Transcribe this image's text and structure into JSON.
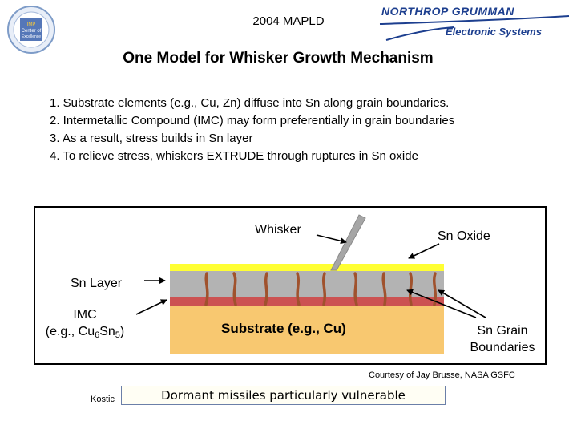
{
  "header": {
    "conference_title": "2004 MAPLD",
    "logo_left": {
      "name": "center-of-excellence-logo",
      "text_lines": [
        "IMP",
        "Center of",
        "Excellence"
      ]
    },
    "company": {
      "name": "NORTHROP GRUMMAN",
      "division": "Electronic Systems",
      "color": "#1d3f8f"
    }
  },
  "slide_title": "One Model for Whisker Growth Mechanism",
  "points": [
    "1. Substrate elements (e.g., Cu, Zn) diffuse into Sn along grain boundaries.",
    "2. Intermetallic Compound (IMC) may form preferentially in grain boundaries",
    "3. As a result, stress builds in Sn layer",
    "4. To relieve stress, whiskers EXTRUDE through ruptures in Sn oxide"
  ],
  "diagram": {
    "labels": {
      "whisker": "Whisker",
      "sn_oxide": "Sn Oxide",
      "sn_layer": "Sn Layer",
      "imc_line1": "IMC",
      "imc_line2_prefix": "(e.g., Cu",
      "imc_sub1": "6",
      "imc_mid": "Sn",
      "imc_sub2": "5",
      "imc_suffix": ")",
      "substrate": "Substrate (e.g., Cu)",
      "grain_line1": "Sn Grain",
      "grain_line2": "Boundaries"
    },
    "colors": {
      "oxide": "#ffff33",
      "sn_layer": "#b3b3b3",
      "imc": "#cc5252",
      "substrate": "#f8c870",
      "grain_boundary": "#a0522d",
      "whisker": "#a6a6a6"
    },
    "courtesy": "Courtesy of Jay Brusse, NASA GSFC"
  },
  "footer": {
    "presenter_partial": "Kostic",
    "callout": "Dormant missiles particularly vulnerable"
  }
}
